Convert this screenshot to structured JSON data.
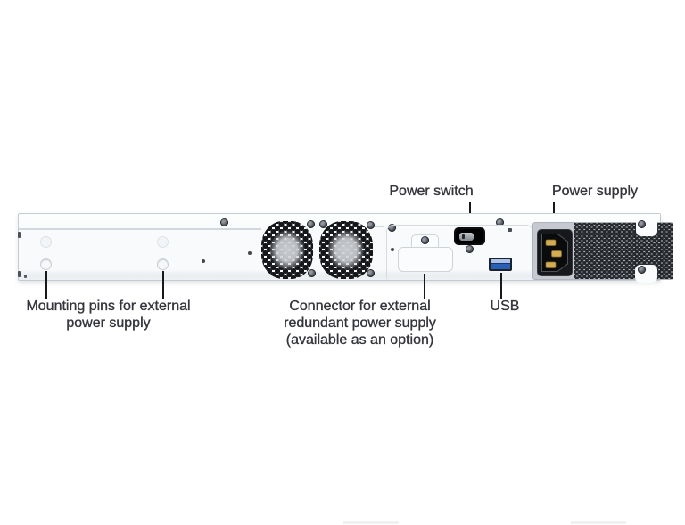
{
  "labels": {
    "power_switch": "Power switch",
    "power_supply": "Power supply",
    "mounting_pins": "Mounting pins for external\npower supply",
    "redundant_connector": "Connector for external\nredundant power supply\n(available as an option)",
    "usb": "USB"
  },
  "colors": {
    "label_text": "#34353d",
    "leader_line": "#17181c",
    "chassis_fill": "#f9fafb",
    "chassis_border": "#c6cbd2",
    "fan_hole_dark": "#16171b",
    "fan_hole_light": "#c3c5c8",
    "psu_metal": "#b1b5ba",
    "psu_hole": "#24272b",
    "usb_port_blue": "#2a5fb8",
    "usb_tongue_blue": "#aac2ea",
    "power_pin_gold": "#d4ac52",
    "switch_body_black": "#0c0d10"
  }
}
